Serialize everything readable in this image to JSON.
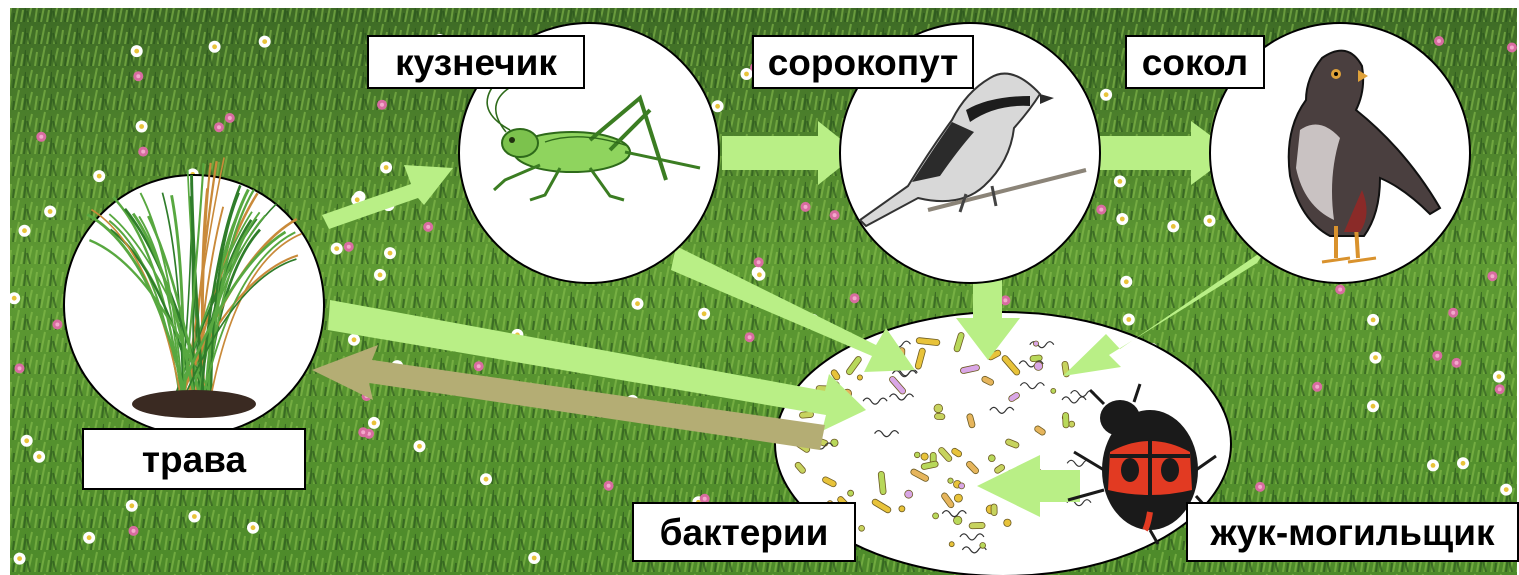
{
  "labels": {
    "grass": "трава",
    "grasshopper": "кузнечик",
    "shrike": "сорокопут",
    "falcon": "сокол",
    "bacteria": "бактерии",
    "beetle": "жук-могильщик"
  },
  "colors": {
    "arrow_green": "#b9ef86",
    "arrow_return": "#b4ad74",
    "meadow_dark": "#2f5d1f",
    "meadow_light": "#6fa83c",
    "node_fill": "#ffffff"
  },
  "icons": {
    "grass": "grass-clump-icon",
    "grasshopper": "grasshopper-icon",
    "shrike": "shrike-bird-icon",
    "falcon": "falcon-bird-icon",
    "bacteria": "bacteria-icon",
    "beetle": "burying-beetle-icon"
  }
}
